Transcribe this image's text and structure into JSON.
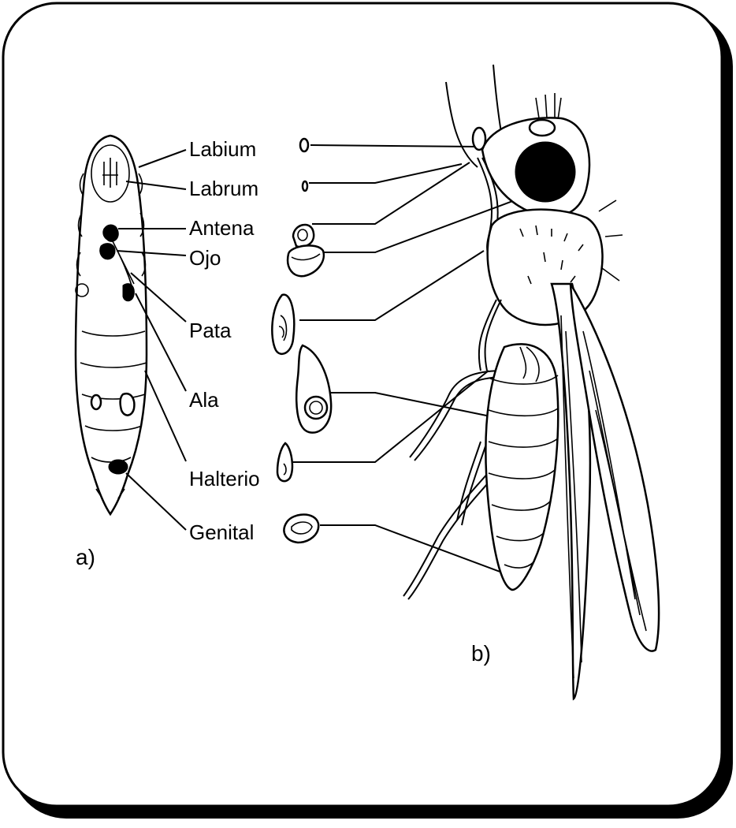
{
  "figure": {
    "labels": [
      "Labium",
      "Labrum",
      "Antena",
      "Ojo",
      "Pata",
      "Ala",
      "Halterio",
      "Genital"
    ],
    "panels": [
      "a)",
      "b)"
    ]
  },
  "colors": {
    "ink": "#000000",
    "paper": "#ffffff",
    "frame_shadow": "#000000"
  }
}
